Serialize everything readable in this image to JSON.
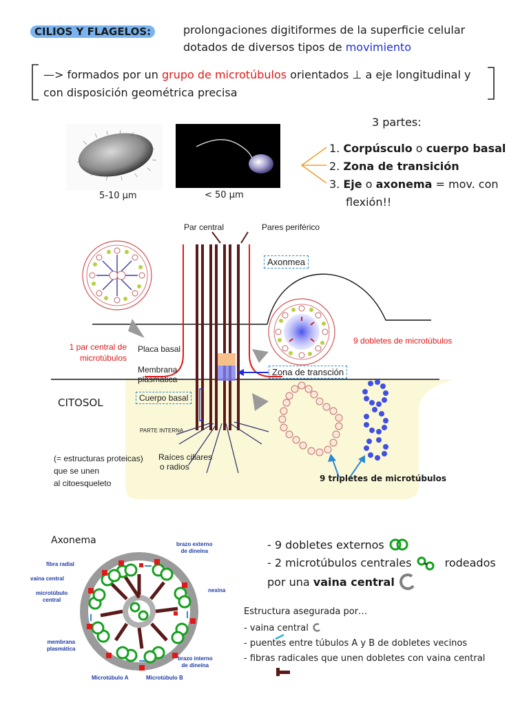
{
  "header": {
    "title": "CILIOS Y FLAGELOS:",
    "def_line1": "prolongaciones digitiformes de la superficie celular",
    "def_line2_pre": "dotados de diversos tipos de",
    "def_line2_hl": "movimiento"
  },
  "formed": {
    "prefix": "—> formados por un",
    "highlight": "grupo de microtúbulos",
    "suffix": "orientados ⊥ a eje longitudinal y",
    "line2": "con disposición geométrica precisa"
  },
  "photos": [
    {
      "caption": "5-10 µm"
    },
    {
      "caption": "< 50 µm"
    }
  ],
  "parts": {
    "heading": "3 partes:",
    "items": [
      {
        "num": "1.",
        "a": "Corpúsculo",
        "mid": "o",
        "b": "cuerpo basal",
        "rest": ""
      },
      {
        "num": "2.",
        "a": "Zona de transición",
        "mid": "",
        "b": "",
        "rest": ""
      },
      {
        "num": "3.",
        "a": "Eje",
        "mid": "o",
        "b": "axonema",
        "rest": "= mov. con"
      }
    ],
    "continuation": "flexión!!"
  },
  "diagram": {
    "par_central": "Par central",
    "pares_perifericos": "Pares periférico",
    "axonema_box": "Axonmea",
    "par_central_note1": "1 par central de",
    "par_central_note2": "microtúbulos",
    "dobletes_note": "9 dobletes de microtúbulos",
    "placa_basal": "Placa basal",
    "membrana1": "Membrana",
    "membrana2": "plasmática",
    "zona_transicion": "Zona de transción",
    "citosol": "CITOSOL",
    "cuerpo_basal": "Cuerpo basal",
    "parte_interna": "PARTE INTERNA",
    "estructuras": "(= estructuras proteicas)",
    "que_se_unen": "que se unen",
    "citoesqueleto": "al citoesqueleto",
    "raices": "Raíces ciliares",
    "o_radios": "o radios",
    "tripletes": "9 tripletes de microtúbulos"
  },
  "axonema_diagram": {
    "title": "Axonema",
    "labels": {
      "brazo_externo1": "brazo externo",
      "brazo_externo2": "de dineína",
      "fibra_radial": "fibra radial",
      "vaina_central": "vaina central",
      "microtubulo_central1": "microtúbulo",
      "microtubulo_central2": "central",
      "nexina": "nexina",
      "membrana1": "membrana",
      "membrana2": "plasmática",
      "brazo_interno1": "brazo interno",
      "brazo_interno2": "de dineína",
      "microtubulo_a": "Microtúbulo A",
      "microtubulo_b": "Microtúbulo B"
    }
  },
  "summary": {
    "line1": "- 9 dobletes externos",
    "line2a": "- 2 microtúbulos centrales",
    "line2b": "rodeados",
    "line3a": "por una",
    "line3b": "vaina central",
    "heading": "Estructura asegurada por…",
    "items": [
      "- vaina central",
      "- puentes entre túbulos A y B de dobletes vecinos",
      "- fibras radicales que unen dobletes con vaina central"
    ]
  },
  "colors": {
    "highlight_blue": "#79b4f0",
    "text_blue": "#1d2fd6",
    "text_red": "#e01818",
    "bracket_orange": "#f0a030",
    "cytosol_yellow": "#fbf8d8",
    "doublet_green": "#14a01e"
  }
}
